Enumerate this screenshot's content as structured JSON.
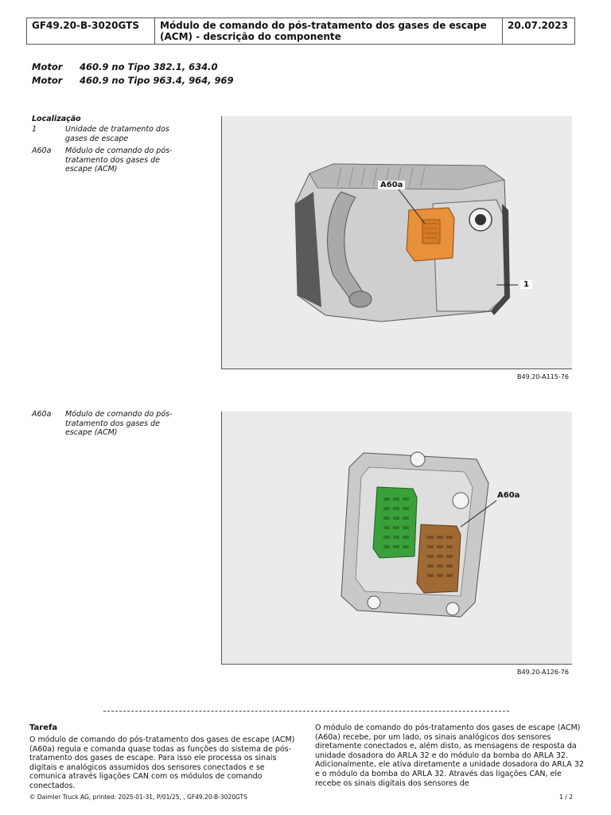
{
  "header": {
    "code": "GF49.20-B-3020GTS",
    "title": "Módulo de comando do pós-tratamento dos gases de escape (ACM) - descrição do componente",
    "date": "20.07.2023"
  },
  "motor_lines": [
    {
      "label": "Motor",
      "value": "460.9 no Tipo 382.1, 634.0"
    },
    {
      "label": "Motor",
      "value": "460.9 no Tipo 963.4, 964, 969"
    }
  ],
  "section1": {
    "title": "Localização",
    "items": [
      {
        "key": "1",
        "text": "Unidade de tratamento dos gases de escape"
      },
      {
        "key": "A60a",
        "text": "Módulo de comando do pós-tratamento dos gases de escape (ACM)"
      }
    ],
    "figure": {
      "callout_a60a": "A60a",
      "callout_1": "1",
      "caption": "B49.20-A115-76"
    }
  },
  "section2": {
    "items": [
      {
        "key": "A60a",
        "text": "Módulo de comando do pós-tratamento dos gases de escape (ACM)"
      }
    ],
    "figure": {
      "callout_a60a": "A60a",
      "caption": "B49.20-A126-76"
    }
  },
  "tarefa": {
    "title": "Tarefa",
    "left_text": "O módulo de comando do pós-tratamento dos gases de escape (ACM) (A60a) regula e comanda quase todas as funções do sistema de pós-tratamento dos gases de escape. Para isso ele processa os sinais digitais e analógicos assumidos dos sensores conectados e se comunica através ligações CAN com os módulos de comando conectados.",
    "right_text": "O módulo de comando do pós-tratamento dos gases de escape (ACM) (A60a) recebe, por um lado, os sinais analógicos dos sensores diretamente conectados e, além disto, as mensagens de resposta da unidade dosadora do ARLA 32 e do módulo da bomba do ARLA 32. Adicionalmente, ele ativa diretamente a unidade dosadora do ARLA 32 e o módulo da bomba do ARLA 32. Através das ligações CAN, ele recebe os sinais digitais dos sensores de"
  },
  "footer": {
    "left": "© Daimler Truck AG, printed: 2025-01-31, P/01/25, , GF49.20-B-3020GTS",
    "right": "1 / 2"
  },
  "colors": {
    "figure_bg": "#ebebeb",
    "module_orange": "#e8913a",
    "connector_green": "#3aa13a",
    "connector_brown": "#a06a35"
  }
}
